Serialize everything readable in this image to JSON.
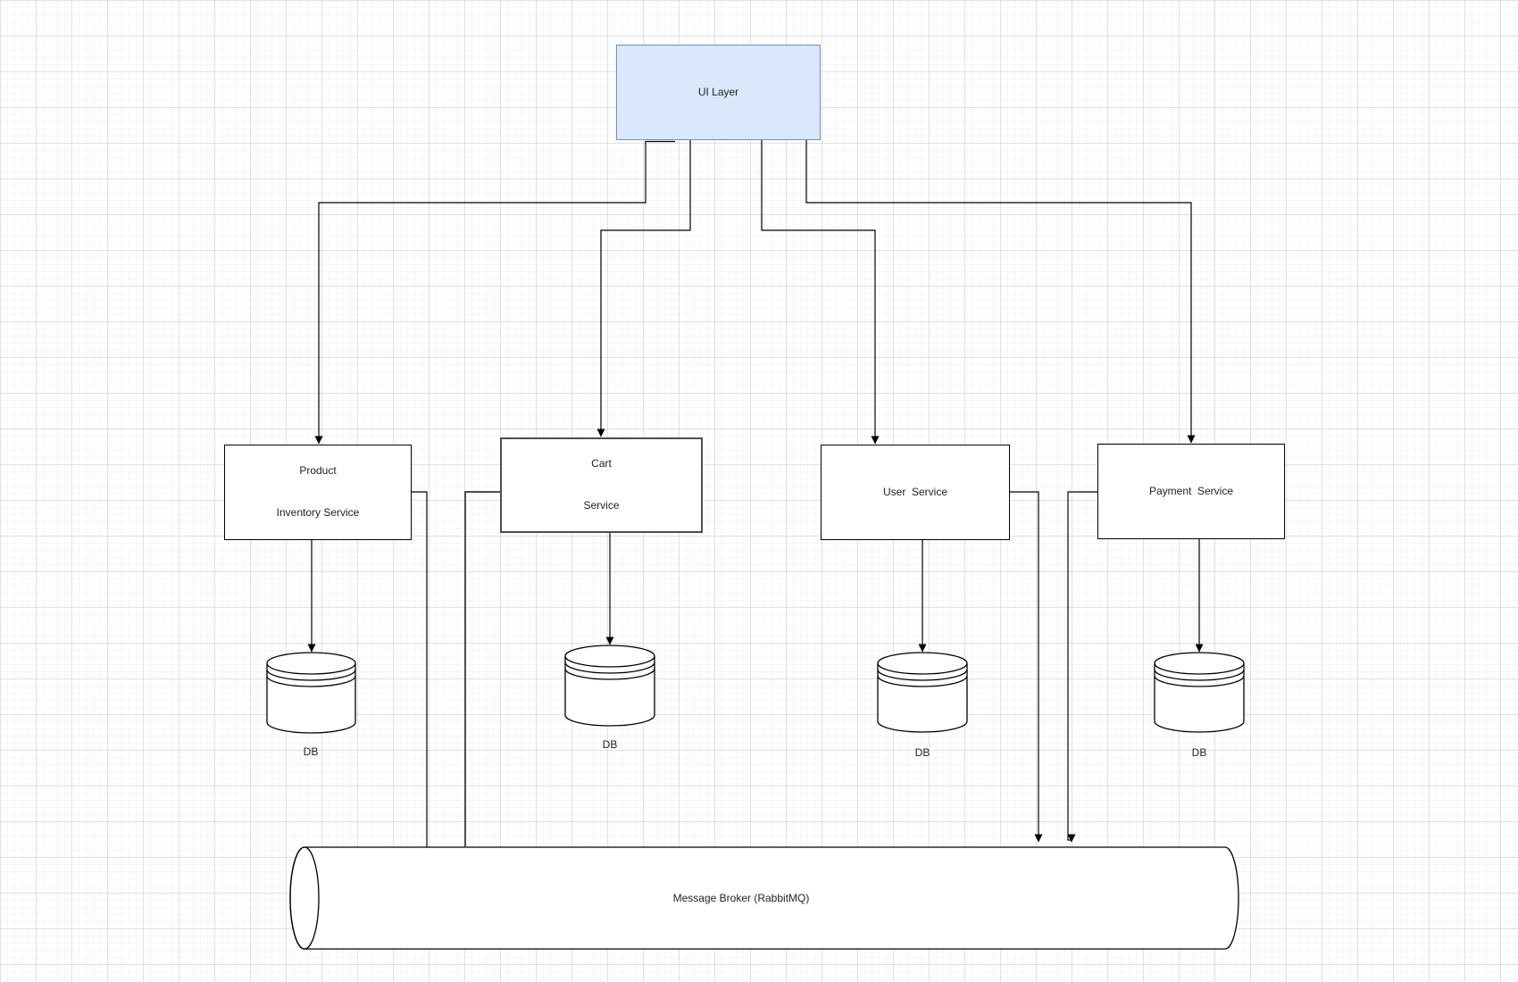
{
  "diagram": {
    "ui_layer": {
      "label": "UI Layer"
    },
    "services": [
      {
        "name": "Product Inventory Service",
        "lines": [
          "Product",
          "Inventory Service"
        ]
      },
      {
        "name": "Cart Service",
        "lines": [
          "Cart",
          "Service"
        ]
      },
      {
        "name": "User Service",
        "lines": [
          "User  Service"
        ]
      },
      {
        "name": "Payment Service",
        "lines": [
          "Payment  Service"
        ]
      }
    ],
    "databases": [
      {
        "label": "DB"
      },
      {
        "label": "DB"
      },
      {
        "label": "DB"
      },
      {
        "label": "DB"
      }
    ],
    "broker": {
      "label": "Message Broker (RabbitMQ)"
    },
    "colors": {
      "ui_layer_fill": "#dae8fc",
      "ui_layer_stroke": "#6c8ebf",
      "box_fill": "#ffffff",
      "box_stroke": "#000000",
      "cart_stroke": "#4d4d4d",
      "connector": "#000000",
      "text": "#1f1f1f"
    }
  }
}
